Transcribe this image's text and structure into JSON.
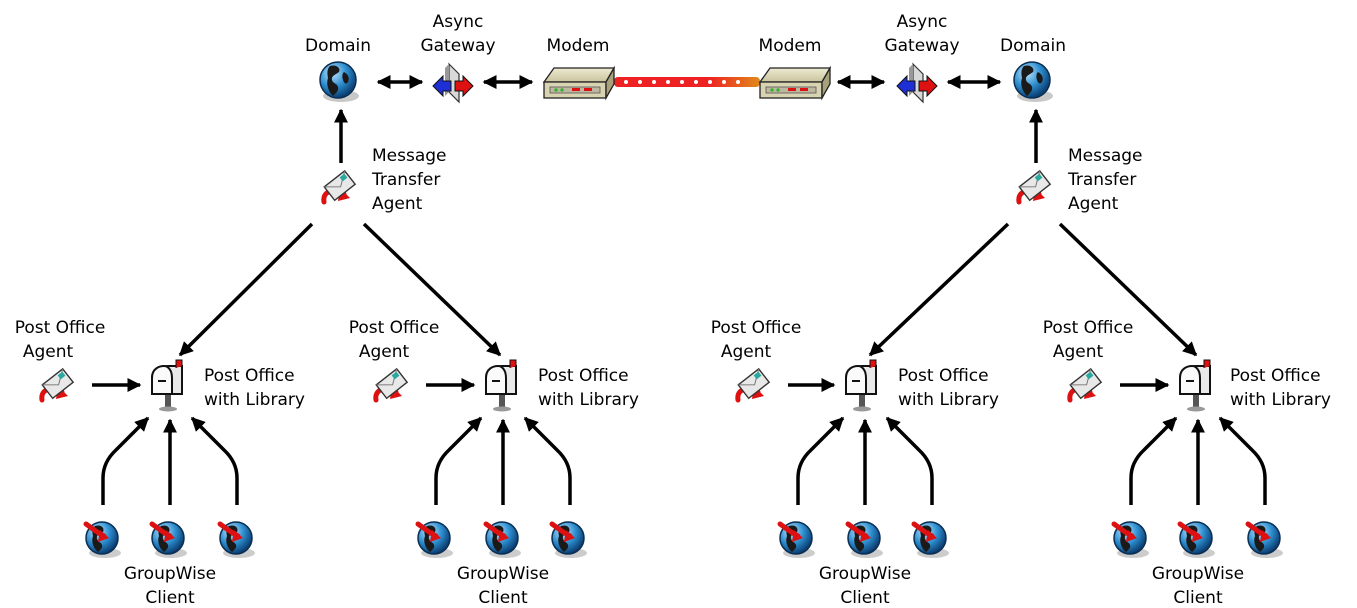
{
  "labels": {
    "domain": "Domain",
    "async_gateway": [
      "Async",
      "Gateway"
    ],
    "modem": "Modem",
    "mta": [
      "Message",
      "Transfer",
      "Agent"
    ],
    "poa": [
      "Post Office",
      "Agent"
    ],
    "post_office": [
      "Post Office",
      "with Library"
    ],
    "client": [
      "GroupWise",
      "Client"
    ]
  },
  "colors": {
    "globe_ocean": "#2e8fd0",
    "globe_land": "#1a1a1a",
    "modem_body": "#cfc9a2",
    "link_red": "#ee2222",
    "link_orange": "#e08a1a",
    "arrow_red": "#dd1111",
    "arrow_blue": "#1f2fd6",
    "envelope": "#e8e8e8"
  },
  "icons": [
    "globe-icon",
    "gateway-icon",
    "modem-icon",
    "envelope-agent-icon",
    "mailbox-icon",
    "client-globe-icon"
  ],
  "sites": [
    {
      "id": "left",
      "domain": "Domain",
      "gateway": "Async Gateway",
      "modem": "Modem"
    },
    {
      "id": "right",
      "domain": "Domain",
      "gateway": "Async Gateway",
      "modem": "Modem"
    }
  ]
}
